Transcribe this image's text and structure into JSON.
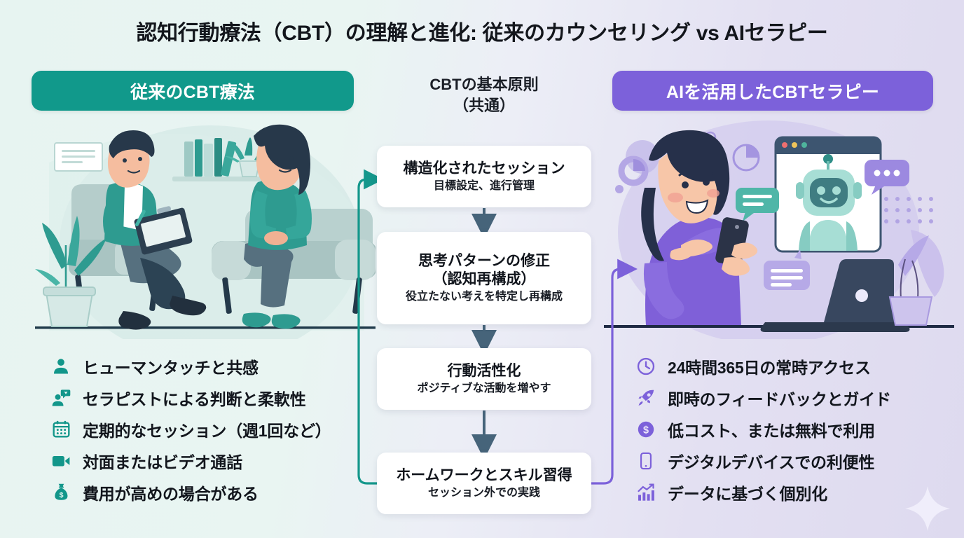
{
  "title": "認知行動療法（CBT）の理解と進化: 従来のカウンセリング vs AIセラピー",
  "columns": {
    "left": {
      "badge_label": "従来のCBT療法",
      "badge_color": "#11998b"
    },
    "center": {
      "heading_line1": "CBTの基本原則",
      "heading_line2": "（共通）"
    },
    "right": {
      "badge_label": "AIを活用したCBTセラピー",
      "badge_color": "#7c61da"
    }
  },
  "flow_cards": [
    {
      "title": "構造化されたセッション",
      "subtitle": "目標設定、進行管理"
    },
    {
      "title": "思考パターンの修正\n（認知再構成）",
      "title_line1": "思考パターンの修正",
      "title_line2": "（認知再構成）",
      "subtitle": "役立たない考えを特定し再構成"
    },
    {
      "title": "行動活性化",
      "subtitle": "ポジティブな活動を増やす"
    },
    {
      "title": "ホームワークとスキル習得",
      "subtitle": "セッション外での実践"
    }
  ],
  "left_bullets": [
    {
      "icon": "person-icon",
      "label": "ヒューマンタッチと共感"
    },
    {
      "icon": "person-speech-icon",
      "label": "セラピストによる判断と柔軟性"
    },
    {
      "icon": "calendar-icon",
      "label": "定期的なセッション（週1回など）"
    },
    {
      "icon": "video-camera-icon",
      "label": "対面またはビデオ通話"
    },
    {
      "icon": "money-bag-icon",
      "label": "費用が高めの場合がある"
    }
  ],
  "right_bullets": [
    {
      "icon": "clock-icon",
      "label": "24時間365日の常時アクセス"
    },
    {
      "icon": "rocket-icon",
      "label": "即時のフィードバックとガイド"
    },
    {
      "icon": "dollar-circle-icon",
      "label": "低コスト、または無料で利用"
    },
    {
      "icon": "smartphone-icon",
      "label": "デジタルデバイスでの利便性"
    },
    {
      "icon": "bar-chart-icon",
      "label": "データに基づく個別化"
    }
  ],
  "illustrations": {
    "left": "therapist-and-client-counseling-scene",
    "right": "woman-with-smartphone-and-ai-chatbot-scene"
  },
  "colors": {
    "teal": "#11998b",
    "teal_dark": "#0e7f74",
    "purple": "#7c61da",
    "background_left": "#e7f4f1",
    "background_right": "#dedaef",
    "card_background": "#ffffff",
    "arrow_gray": "#46647a",
    "text": "#12161d"
  }
}
